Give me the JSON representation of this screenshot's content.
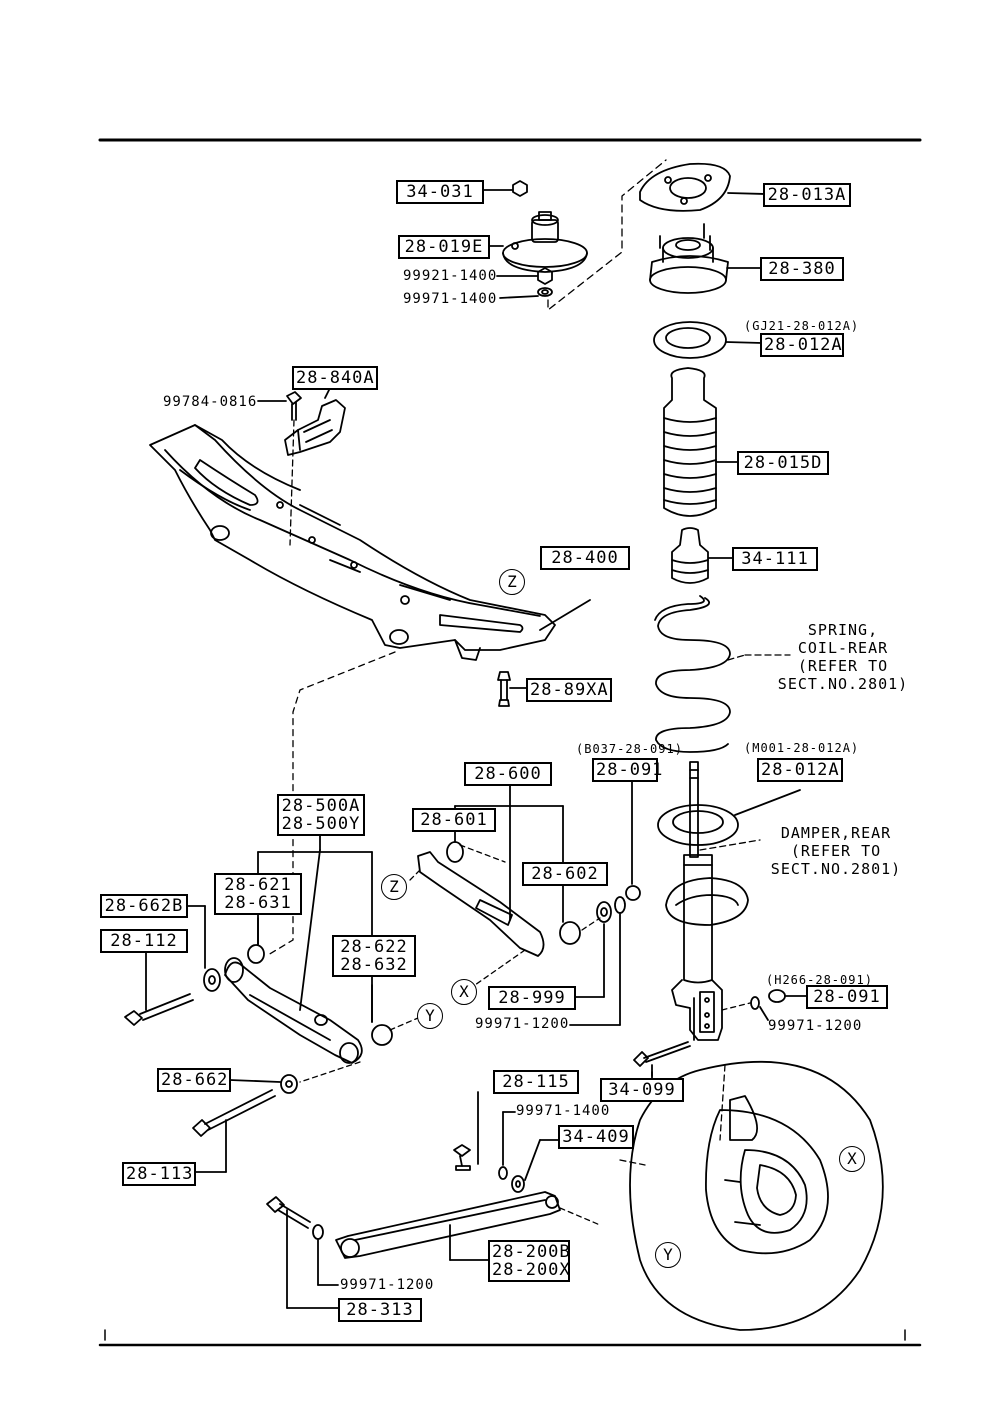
{
  "labels": {
    "p34_031": "34-031",
    "p28_013A": "28-013A",
    "p28_019E": "28-019E",
    "p28_380": "28-380",
    "p99921_1400": "99921-1400",
    "p99971_1400_top": "99971-1400",
    "p28_012A_top": "28-012A",
    "p28_840A": "28-840A",
    "p99784_0816": "99784-0816",
    "p28_015D": "28-015D",
    "p34_111": "34-111",
    "p28_400": "28-400",
    "p28_89XA": "28-89XA",
    "p28_600": "28-600",
    "p28_091_mid": "28-091",
    "p28_012A_mid": "28-012A",
    "p28_500A": "28-500A",
    "p28_500Y": "28-500Y",
    "p28_601": "28-601",
    "p28_602": "28-602",
    "p28_621": "28-621",
    "p28_631": "28-631",
    "p28_662B": "28-662B",
    "p28_112": "28-112",
    "p28_622": "28-622",
    "p28_632": "28-632",
    "p28_999": "28-999",
    "p99971_1200_a": "99971-1200",
    "p28_091_right": "28-091",
    "p99971_1200_b": "99971-1200",
    "p28_662": "28-662",
    "p28_115": "28-115",
    "p34_099": "34-099",
    "p99971_1400_low": "99971-1400",
    "p34_409": "34-409",
    "p28_113": "28-113",
    "p28_200B": "28-200B",
    "p28_200X": "28-200X",
    "p99971_1200_c": "99971-1200",
    "p28_313": "28-313"
  },
  "notes": {
    "gj21": "(GJ21-28-012A)",
    "b037": "(B037-28-091)",
    "m001": "(M001-28-012A)",
    "h266": "(H266-28-091)",
    "spring": [
      "SPRING,",
      "COIL-REAR",
      "(REFER TO",
      "SECT.NO.2801)"
    ],
    "damper": [
      "DAMPER,REAR",
      "(REFER TO",
      "SECT.NO.2801)"
    ]
  },
  "markers": {
    "z_top": "Z",
    "z_arm": "Z",
    "x_arm": "X",
    "y_arm": "Y",
    "x_wheel": "X",
    "y_wheel": "Y"
  }
}
